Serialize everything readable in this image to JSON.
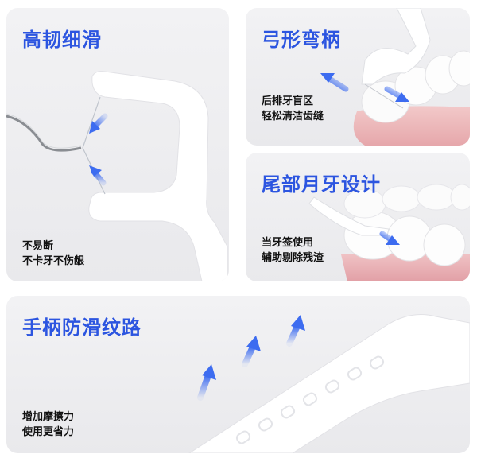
{
  "panels": [
    {
      "title": "高韧细滑",
      "lines": [
        "不易断",
        "不卡牙不伤龈"
      ]
    },
    {
      "title": "弓形弯柄",
      "lines": [
        "后排牙盲区",
        "轻松清洁齿缝"
      ]
    },
    {
      "title": "尾部月牙设计",
      "lines": [
        "当牙签使用",
        "辅助剔除残渣"
      ]
    },
    {
      "title": "手柄防滑纹路",
      "lines": [
        "增加摩擦力",
        "使用更省力"
      ]
    }
  ],
  "colors": {
    "title": "#2c55e0",
    "arrow": "#3d6cf0",
    "panel": "#ececef"
  }
}
